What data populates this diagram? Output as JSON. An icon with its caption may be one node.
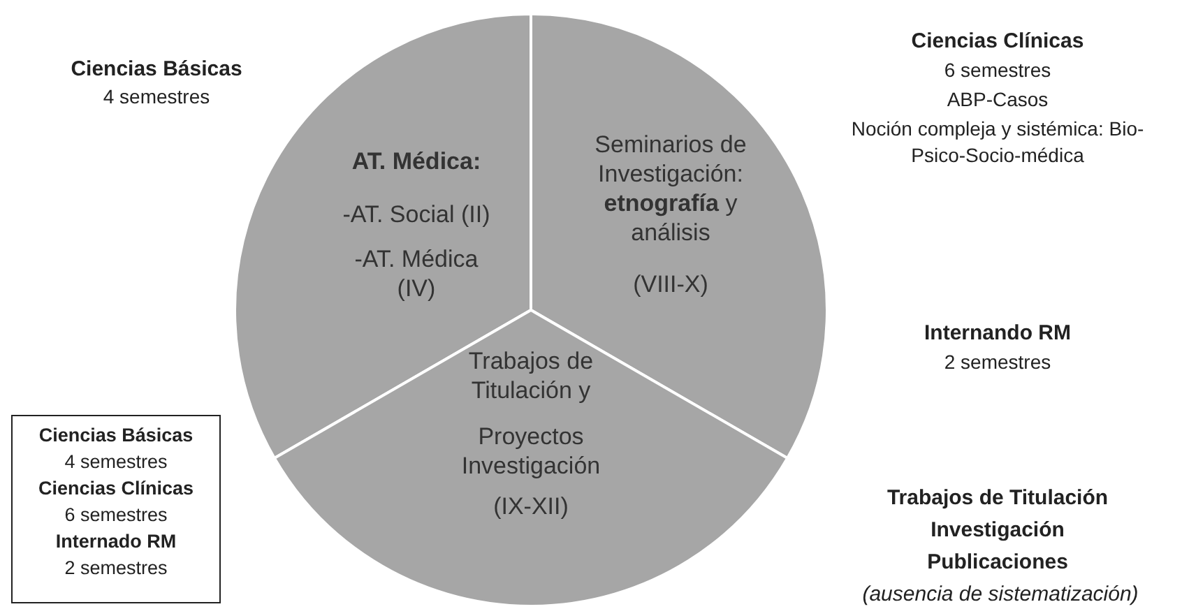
{
  "diagram": {
    "nodes": [
      {
        "text": [
          "AT. Médica:",
          "-AT. Social (II)",
          "-AT. Médica (IV)"
        ]
      },
      {
        "text": [
          "Seminarios de Investigación: **etnografía** y análisis",
          "(VIII-X)"
        ]
      },
      {
        "text": [
          "Trabajos de Titulación y",
          "Proyectos Investigación",
          "(IX-XII)"
        ]
      },
      {
        "text": [
          "Ciencias Básicas",
          "4 semestres",
          "Ciencias Clínicas",
          "6 semestres",
          "Internado RM",
          "2 semestres"
        ]
      }
    ],
    "edges": [],
    "labels": [
      "Ciencias Básicas",
      "4 semestres",
      "Ciencias Clínicas",
      "6 semestres",
      "ABP-Casos",
      "Noción compleja y sistémica: Bio-Psico-Socio-médica",
      "Internando RM",
      "2 semestres",
      "Trabajos de Titulación",
      "Investigación",
      "Publicaciones",
      "(ausencia de sistematización)"
    ]
  }
}
